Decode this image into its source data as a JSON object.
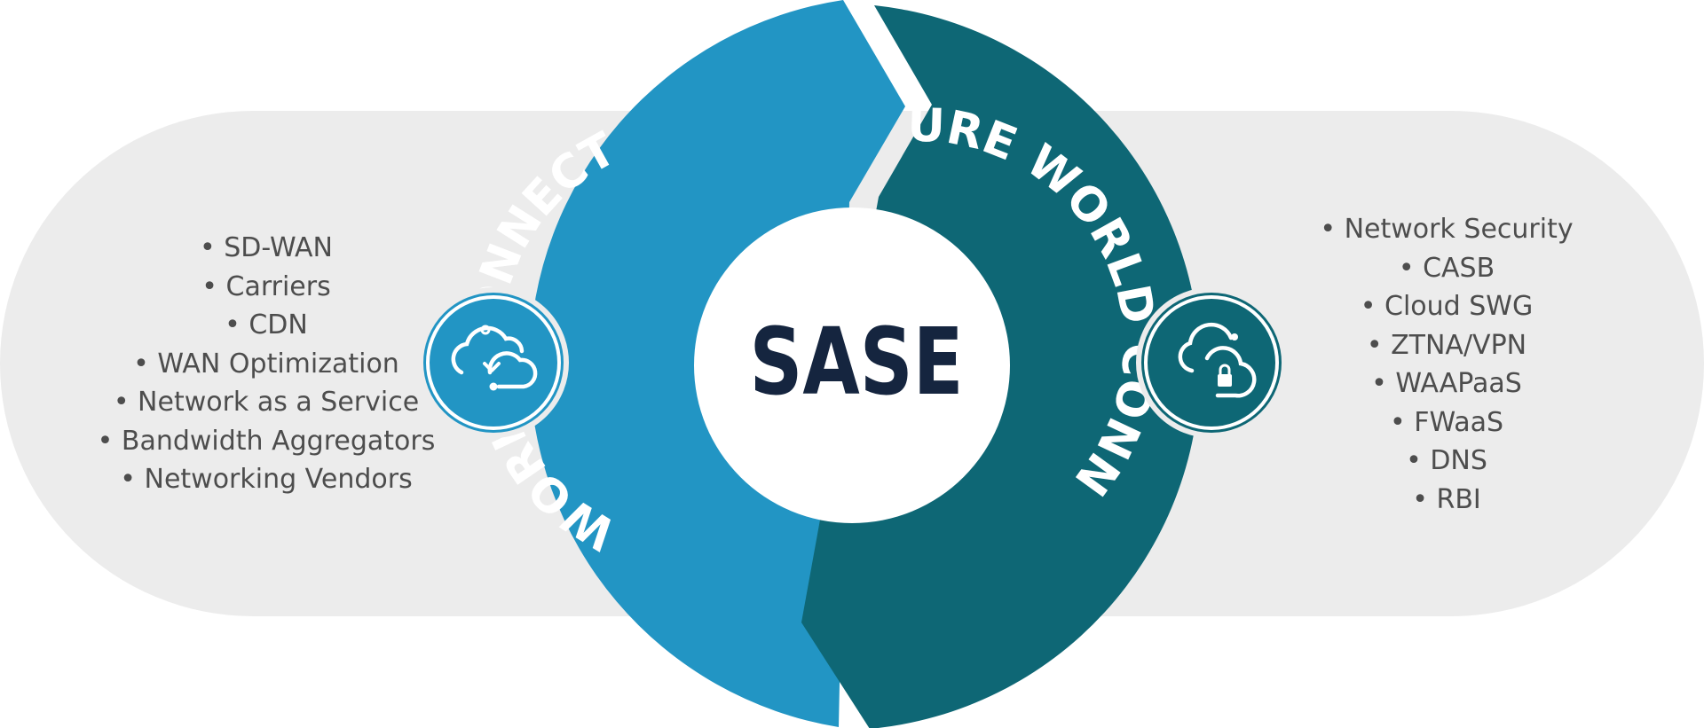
{
  "center": {
    "title": "SASE"
  },
  "left_segment": {
    "label": "WORLD CONNECT",
    "color": "#2295c4",
    "icon": "cloud-sync-icon",
    "items": [
      "SD-WAN",
      "Carriers",
      "CDN",
      "WAN Optimization",
      "Network as a Service",
      "Bandwidth Aggregators",
      "Networking Vendors"
    ]
  },
  "right_segment": {
    "label": "SECURE WORLD CONNECT",
    "color": "#0e6775",
    "icon": "cloud-lock-icon",
    "items": [
      "Network Security",
      "CASB",
      "Cloud SWG",
      "ZTNA/VPN",
      "WAAPaaS",
      "FWaaS",
      "DNS",
      "RBI"
    ]
  },
  "colors": {
    "background_band": "#ececec",
    "center_text": "#15253f",
    "list_text": "#4d4d4d"
  }
}
